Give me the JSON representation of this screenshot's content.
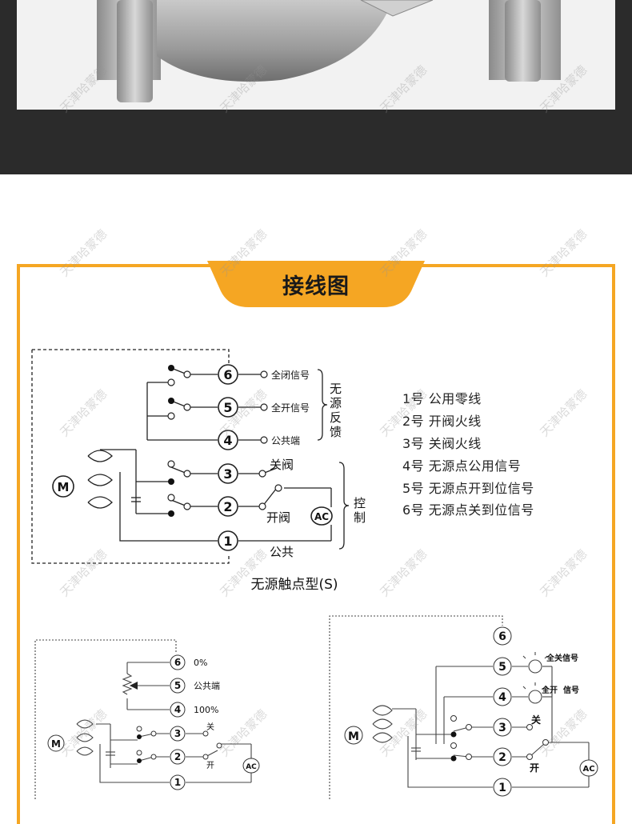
{
  "watermark": "天津哈蒙德",
  "section_title": "接线图",
  "diagram_s": {
    "caption": "无源触点型(S)",
    "terminals": [
      "6",
      "5",
      "4",
      "3",
      "2",
      "1"
    ],
    "signals": {
      "t6": "全闭信号",
      "t5": "全开信号",
      "t4": "公共端"
    },
    "feedback_label": [
      "无",
      "源",
      "反",
      "馈"
    ],
    "control_label": [
      "控",
      "制"
    ],
    "close_label": "关阀",
    "open_label": "开阀",
    "common_label": "公共",
    "motor": "M",
    "ac": "AC"
  },
  "legend": [
    "1号  公用零线",
    "2号  开阀火线",
    "3号  关阀火线",
    "4号  无源点公用信号",
    "5号  无源点开到位信号",
    "6号  无源点关到位信号"
  ],
  "diagram_pot": {
    "terminals": [
      "6",
      "5",
      "4",
      "3",
      "2",
      "1"
    ],
    "t6_label": "0%",
    "t5_label": "公共端",
    "t4_label": "100%",
    "close_label": "关",
    "open_label": "开",
    "motor": "M",
    "ac": "AC"
  },
  "diagram_lamp": {
    "terminals": [
      "6",
      "5",
      "4",
      "3",
      "2",
      "1"
    ],
    "t5_label": "全关信号",
    "t4_label_a": "全开",
    "t4_label_b": "信号",
    "close_label": "关",
    "open_label": "开",
    "motor": "M",
    "ac": "AC"
  },
  "colors": {
    "accent": "#f5a623",
    "dark_band": "#2b2b2b"
  }
}
